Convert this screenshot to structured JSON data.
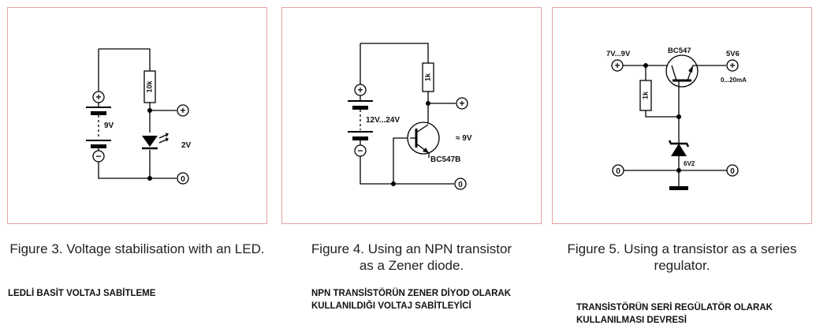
{
  "figures": [
    {
      "caption": "Figure 3. Voltage stabilisation with an LED.",
      "note": "LEDLİ BASİT VOLTAJ SABİTLEME",
      "labels": {
        "resistor": "10k",
        "battery": "9V",
        "led_voltage": "2V",
        "plus": "+",
        "minus": "−",
        "ground": "0"
      }
    },
    {
      "caption_line1": "Figure 4. Using an NPN transistor",
      "caption_line2": "as a Zener diode.",
      "note_line1": "NPN TRANSİSTÖRÜN ZENER DİYOD OLARAK",
      "note_line2": "KULLANILDIĞI VOLTAJ SABİTLEYİCİ",
      "labels": {
        "resistor": "1k",
        "battery": "12V...24V",
        "output_voltage": "≈ 9V",
        "transistor": "BC547B",
        "plus": "+",
        "minus": "−",
        "ground": "0"
      }
    },
    {
      "caption_line1": "Figure 5. Using a transistor as a series",
      "caption_line2": "regulator.",
      "note_line1": "TRANSİSTÖRÜN SERİ REGÜLATÖR OLARAK",
      "note_line2": "KULLANILMASI DEVRESİ",
      "labels": {
        "input_voltage": "7V...9V",
        "transistor": "BC547",
        "output_voltage": "5V6",
        "current": "0...20mA",
        "resistor": "1k",
        "zener": "6V2",
        "plus": "+",
        "ground": "0"
      }
    }
  ]
}
